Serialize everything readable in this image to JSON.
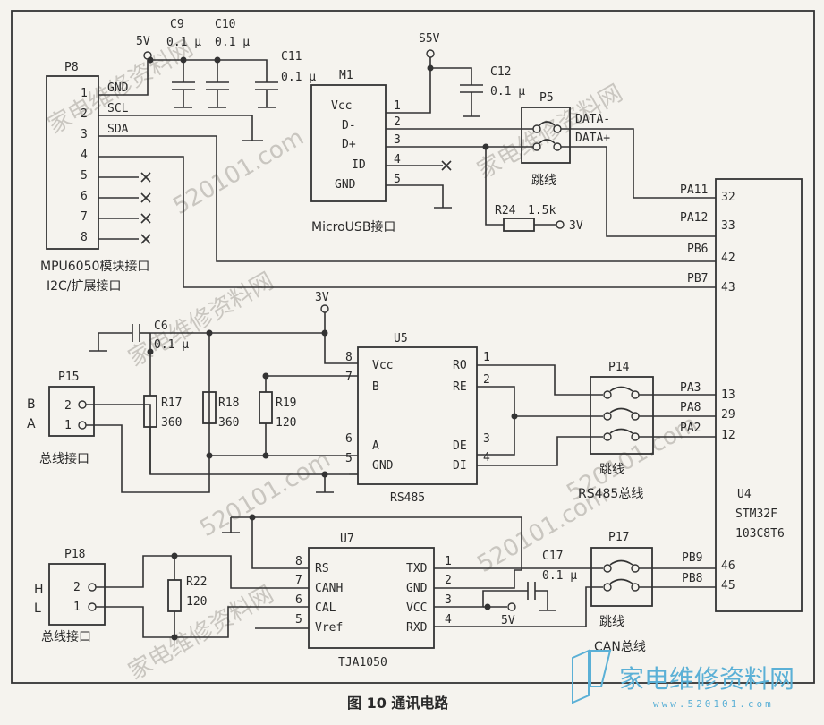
{
  "caption": "图 10 通讯电路",
  "watermarks": [
    "家电维修资料网",
    "520101.com",
    "家电维修资料网",
    "520101.com",
    "家电维修资料网",
    "520101.com",
    "家电维修资料网",
    "520101.com"
  ],
  "logo": {
    "text": "家电维修资料网",
    "url": "www.520101.com",
    "color": "#5bb0d6"
  },
  "p8": {
    "ref": "P8",
    "pins": [
      {
        "num": "1",
        "name": "GND"
      },
      {
        "num": "2",
        "name": "SCL"
      },
      {
        "num": "3",
        "name": "SDA"
      },
      {
        "num": "4",
        "name": ""
      },
      {
        "num": "5",
        "name": ""
      },
      {
        "num": "6",
        "name": ""
      },
      {
        "num": "7",
        "name": ""
      },
      {
        "num": "8",
        "name": ""
      }
    ],
    "label1": "MPU6050模块接口",
    "label2": "I2C/扩展接口"
  },
  "caps_top": {
    "rail": "5V",
    "c9": {
      "ref": "C9",
      "val": "0.1 μ"
    },
    "c10": {
      "ref": "C10",
      "val": "0.1 μ"
    },
    "c11": {
      "ref": "C11",
      "val": "0.1 μ"
    }
  },
  "m1": {
    "ref": "M1",
    "pins": [
      {
        "num": "1",
        "name": "Vcc"
      },
      {
        "num": "2",
        "name": "D-"
      },
      {
        "num": "3",
        "name": "D+"
      },
      {
        "num": "4",
        "name": "ID"
      },
      {
        "num": "5",
        "name": "GND"
      }
    ],
    "label": "MicroUSB接口",
    "rail": "S5V",
    "c12": {
      "ref": "C12",
      "val": "0.1 μ"
    }
  },
  "p5": {
    "ref": "P5",
    "label": "跳线",
    "net1": "DATA-",
    "net2": "DATA+"
  },
  "r24": {
    "ref": "R24",
    "val": "1.5k",
    "rail": "3V"
  },
  "u4": {
    "ref": "U4",
    "part1": "STM32F",
    "part2": "103C8T6",
    "pins": [
      {
        "net": "PA11",
        "num": "32"
      },
      {
        "net": "PA12",
        "num": "33"
      },
      {
        "net": "PB6",
        "num": "42"
      },
      {
        "net": "PB7",
        "num": "43"
      },
      {
        "net": "PA3",
        "num": "13"
      },
      {
        "net": "PA8",
        "num": "29"
      },
      {
        "net": "PA2",
        "num": "12"
      },
      {
        "net": "PB9",
        "num": "46"
      },
      {
        "net": "PB8",
        "num": "45"
      }
    ]
  },
  "rs485": {
    "rail": "3V",
    "c6": {
      "ref": "C6",
      "val": "0.1 μ"
    },
    "p15": {
      "ref": "P15",
      "pin2": "2",
      "pin1": "1",
      "lblB": "B",
      "lblA": "A",
      "label": "总线接口"
    },
    "r17": {
      "ref": "R17",
      "val": "360"
    },
    "r18": {
      "ref": "R18",
      "val": "360"
    },
    "r19": {
      "ref": "R19",
      "val": "120"
    },
    "u5": {
      "ref": "U5",
      "part": "RS485",
      "left": [
        {
          "num": "8",
          "name": "Vcc"
        },
        {
          "num": "7",
          "name": "B"
        },
        {
          "num": "6",
          "name": "A"
        },
        {
          "num": "5",
          "name": "GND"
        }
      ],
      "right": [
        {
          "num": "1",
          "name": "RO"
        },
        {
          "num": "2",
          "name": "RE"
        },
        {
          "num": "3",
          "name": "DE"
        },
        {
          "num": "4",
          "name": "DI"
        }
      ]
    },
    "p14": {
      "ref": "P14",
      "label1": "跳线",
      "label2": "RS485总线"
    }
  },
  "can": {
    "p18": {
      "ref": "P18",
      "pin2": "2",
      "pin1": "1",
      "lblH": "H",
      "lblL": "L",
      "label": "总线接口"
    },
    "r22": {
      "ref": "R22",
      "val": "120"
    },
    "u7": {
      "ref": "U7",
      "part": "TJA1050",
      "left": [
        {
          "num": "8",
          "name": "RS"
        },
        {
          "num": "7",
          "name": "CANH"
        },
        {
          "num": "6",
          "name": "CAL"
        },
        {
          "num": "5",
          "name": "Vref"
        }
      ],
      "right": [
        {
          "num": "1",
          "name": "TXD"
        },
        {
          "num": "2",
          "name": "GND"
        },
        {
          "num": "3",
          "name": "VCC"
        },
        {
          "num": "4",
          "name": "RXD"
        }
      ]
    },
    "c17": {
      "ref": "C17",
      "val": "0.1 μ"
    },
    "rail": "5V",
    "p17": {
      "ref": "P17",
      "label1": "跳线",
      "label2": "CAN总线"
    }
  }
}
